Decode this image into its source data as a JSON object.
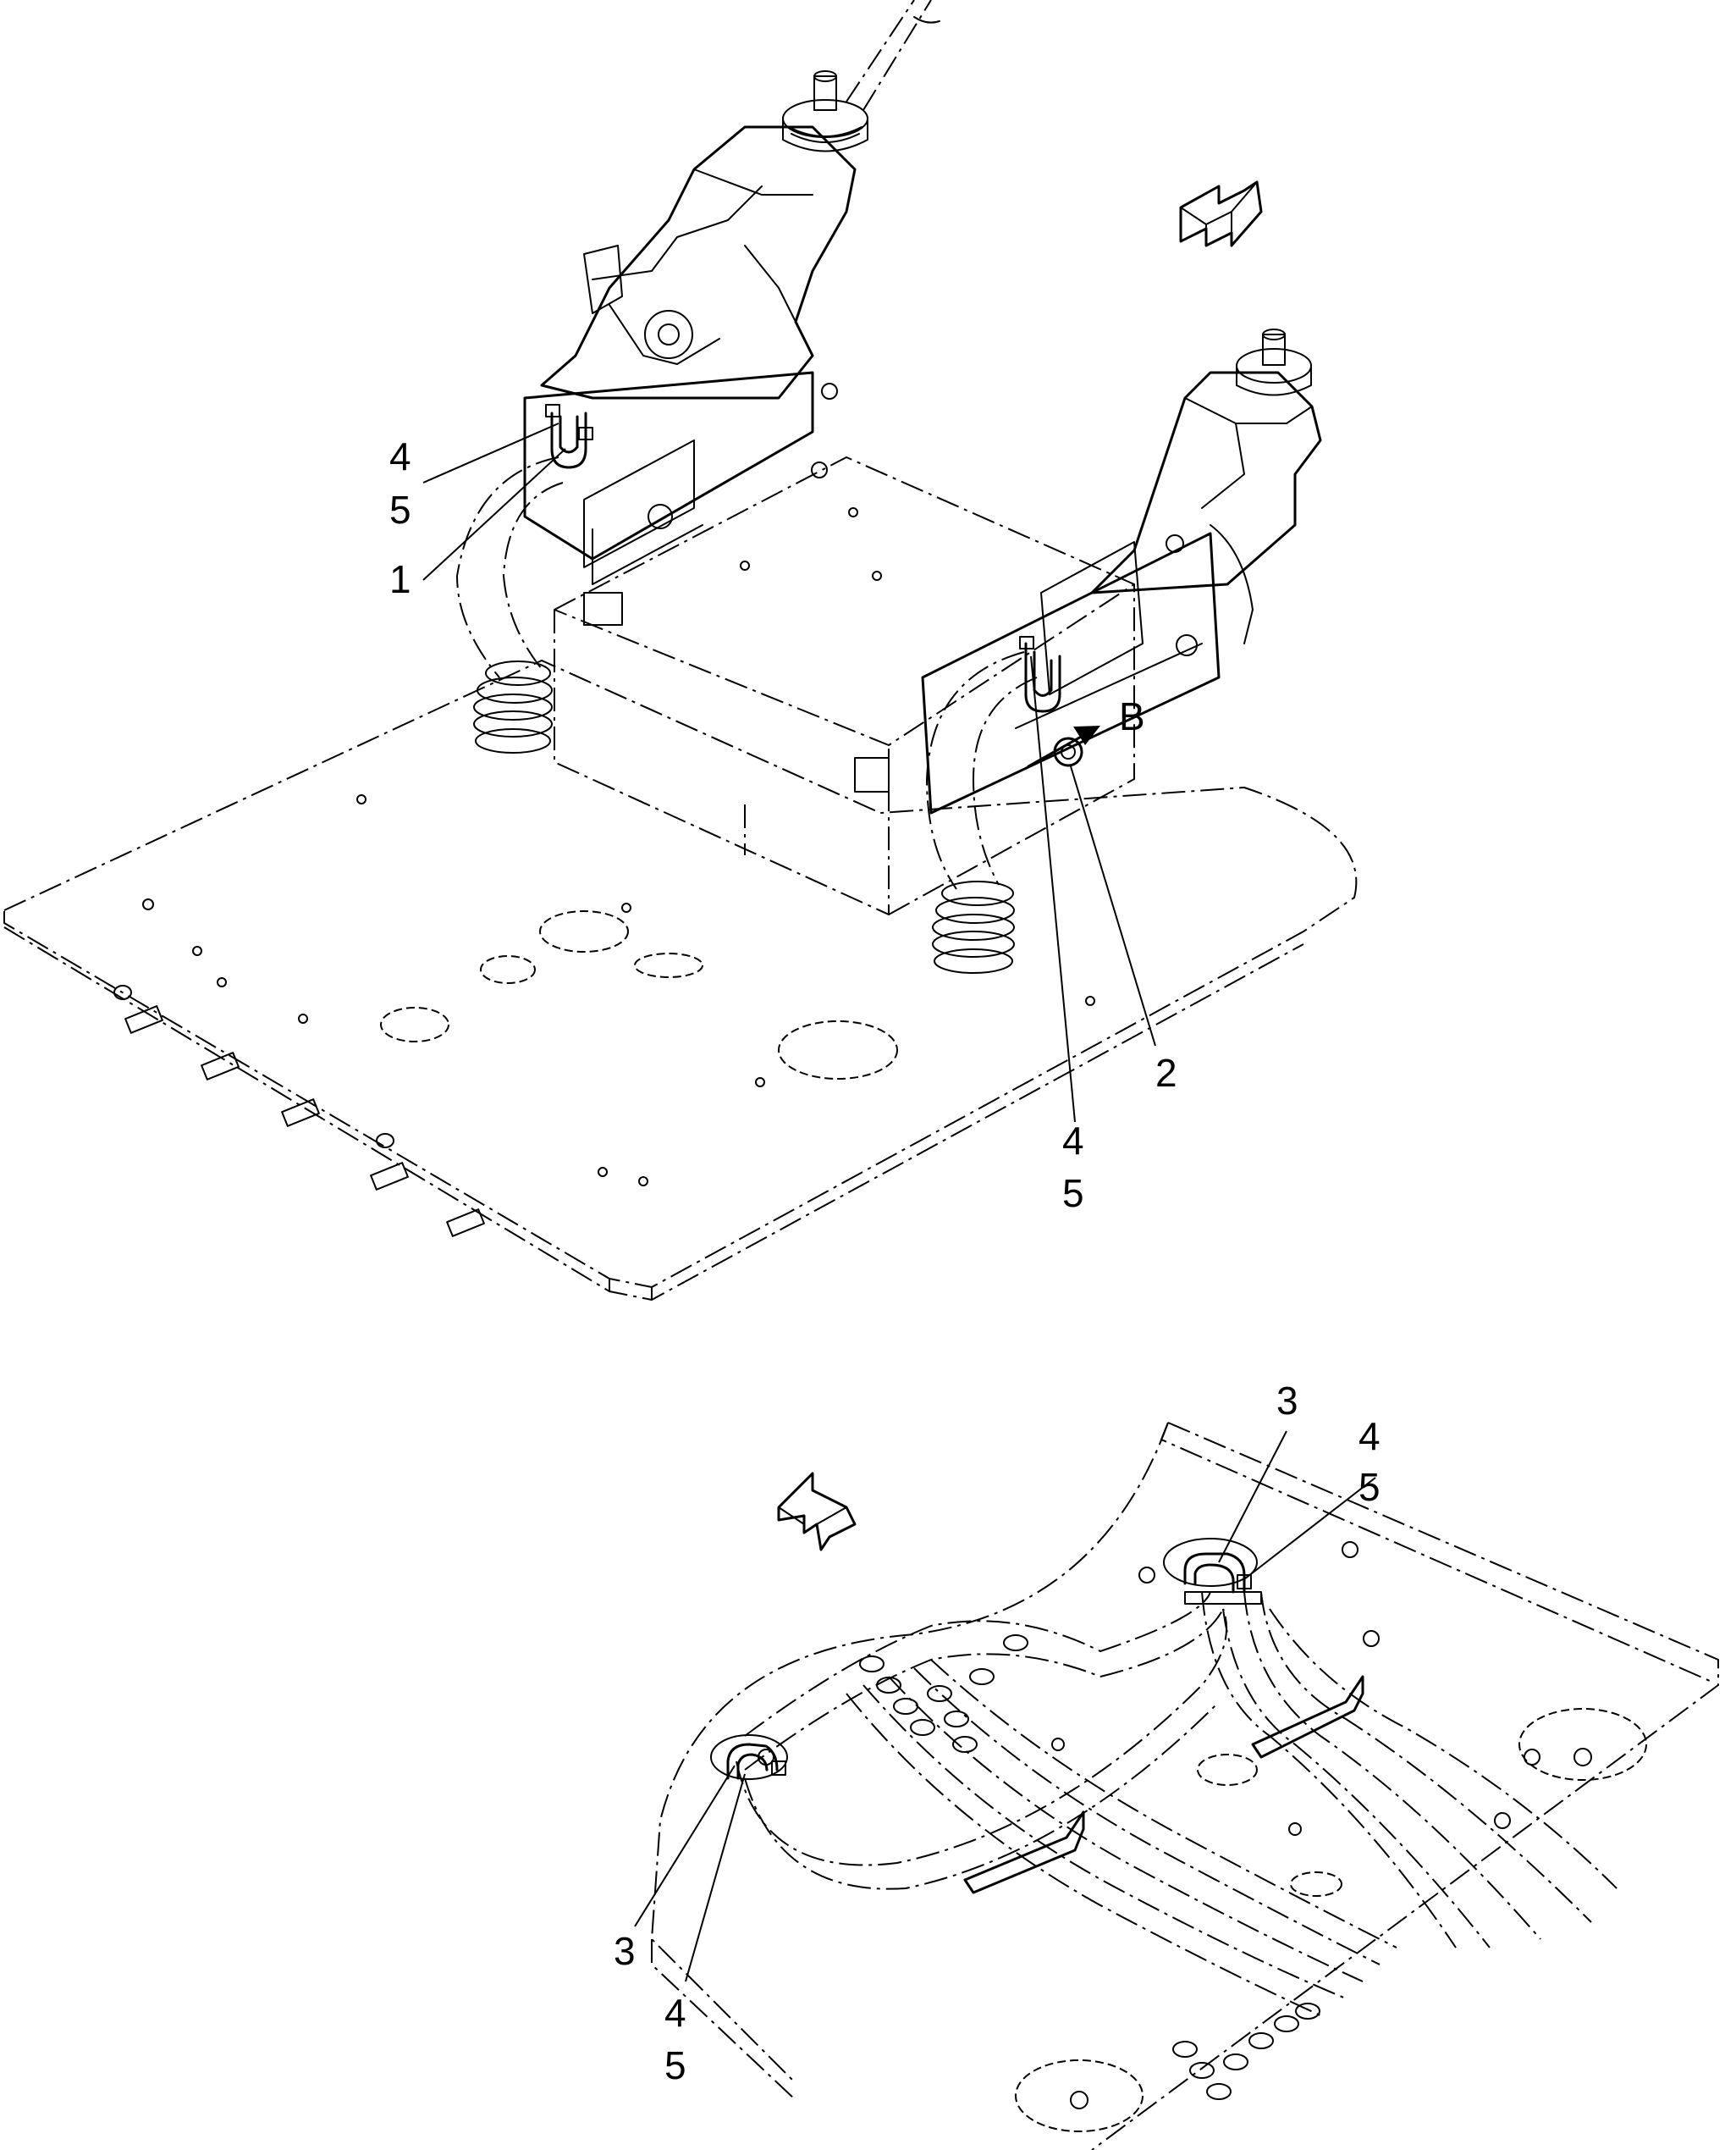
{
  "views": {
    "upper": {
      "callouts": [
        "4",
        "5",
        "1",
        "4",
        "5",
        "2"
      ],
      "marker": "B"
    },
    "lower": {
      "callouts": [
        "3",
        "4",
        "5",
        "3",
        "4",
        "5"
      ]
    }
  },
  "icons": {
    "upper_direction_arrow": "front-direction-arrow-icon",
    "lower_direction_arrow": "front-direction-arrow-icon"
  },
  "colors": {
    "line": "#000000",
    "background": "#ffffff"
  }
}
